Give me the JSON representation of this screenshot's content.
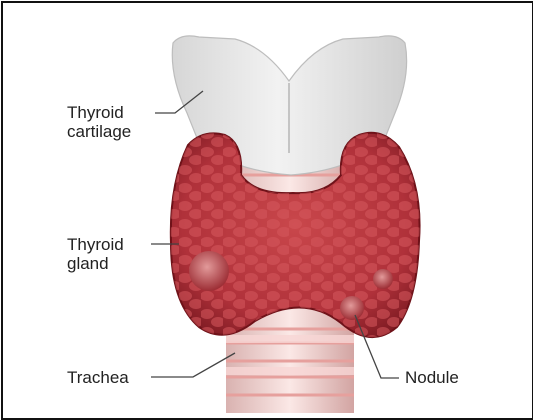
{
  "labels": {
    "thyroid_cartilage": [
      "Thyroid",
      "cartilage"
    ],
    "thyroid_gland": [
      "Thyroid",
      "gland"
    ],
    "trachea": "Trachea",
    "nodule": "Nodule"
  },
  "colors": {
    "gland": "#b8343a",
    "gland_dark": "#8e1f26",
    "cartilage": "#e4e4e4",
    "trachea_ring": "#f2c6c4",
    "trachea_band": "#e7a09d",
    "text": "#222222",
    "frame": "#111111"
  }
}
